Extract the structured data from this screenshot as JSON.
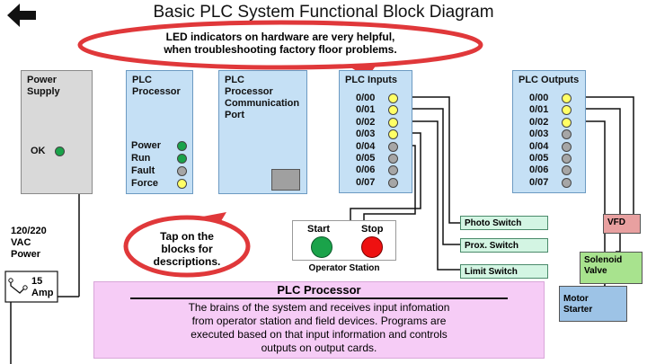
{
  "title": "Basic PLC System Functional Block Diagram",
  "callout_top": {
    "line1": "LED indicators on hardware are very helpful,",
    "line2": "when troubleshooting factory floor problems."
  },
  "callout_tap": {
    "line1": "Tap on the",
    "line2": "blocks for",
    "line3": "descriptions."
  },
  "power_supply": {
    "line1": "Power",
    "line2": "Supply",
    "ok": "OK",
    "voltage1": "120/220",
    "voltage2": "VAC",
    "voltage3": "Power",
    "fuse1": "15",
    "fuse2": "Amp"
  },
  "processor": {
    "line1": "PLC",
    "line2": "Processor",
    "leds": [
      "Power",
      "Run",
      "Fault",
      "Force"
    ]
  },
  "port": {
    "line1": "PLC",
    "line2": "Processor",
    "line3": "Communication",
    "line4": "Port"
  },
  "inputs": {
    "title": "PLC Inputs",
    "channels": [
      "0/00",
      "0/01",
      "0/02",
      "0/03",
      "0/04",
      "0/05",
      "0/06",
      "0/07"
    ]
  },
  "outputs": {
    "title": "PLC Outputs",
    "channels": [
      "0/00",
      "0/01",
      "0/02",
      "0/03",
      "0/04",
      "0/05",
      "0/06",
      "0/07"
    ]
  },
  "operator_station": {
    "label": "Operator Station",
    "start": "Start",
    "stop": "Stop"
  },
  "field_inputs": {
    "photo": "Photo Switch",
    "prox": "Prox. Switch",
    "limit": "Limit Switch"
  },
  "field_outputs": {
    "vfd": "VFD",
    "solenoid1": "Solenoid",
    "solenoid2": "Valve",
    "motor1": "Motor",
    "motor2": "Starter"
  },
  "description": {
    "heading": "PLC Processor",
    "line1": "The brains of the system and receives input infomation",
    "line2": "from operator station and field devices.  Programs are",
    "line3": "executed based on that input information and controls",
    "line4": "outputs on output cards."
  },
  "colors": {
    "led_on": "#ffff66",
    "led_off": "#a6a6a6",
    "led_green": "#1aa34a",
    "block_blue": "#c5e0f5",
    "callout_red": "#e0383a",
    "desc_pink": "#f6ccf6"
  }
}
